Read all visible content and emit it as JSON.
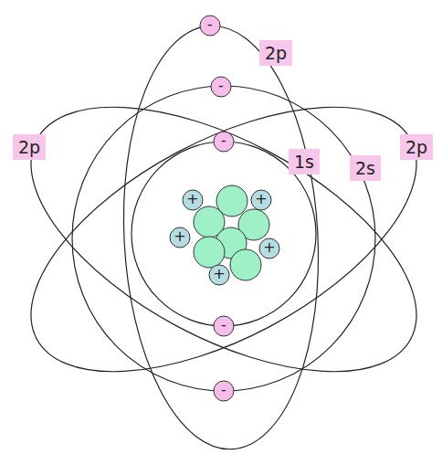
{
  "diagram": {
    "nodes": [
      {
        "text": [
          "-"
        ]
      },
      {
        "text": [
          "2p"
        ]
      },
      {
        "text": [
          "-"
        ]
      },
      {
        "text": [
          "-"
        ]
      },
      {
        "text": [
          "2p"
        ]
      },
      {
        "text": [
          "2p"
        ]
      },
      {
        "text": [
          "1s"
        ]
      },
      {
        "text": [
          "2s"
        ]
      },
      {
        "text": [
          "+"
        ]
      },
      {
        "text": [
          "+"
        ]
      },
      {
        "text": [
          "+"
        ]
      },
      {
        "text": [
          "+"
        ]
      },
      {
        "text": [
          "+"
        ]
      },
      {
        "text": [
          "-"
        ]
      },
      {
        "text": [
          "-"
        ]
      }
    ]
  }
}
